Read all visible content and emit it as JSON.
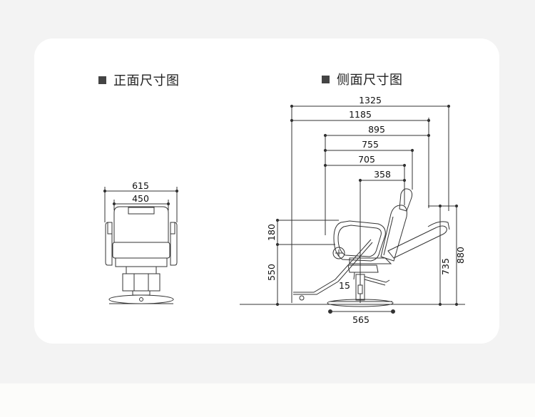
{
  "front_view": {
    "title": "正面尺寸图",
    "dims": {
      "overall_width": "615",
      "seat_width": "450"
    }
  },
  "side_view": {
    "title": "侧面尺寸图",
    "dims": {
      "d1325": "1325",
      "d1185": "1185",
      "d895": "895",
      "d755": "755",
      "d705": "705",
      "d358": "358",
      "d180": "180",
      "d550": "550",
      "d735": "735",
      "d880": "880",
      "d15": "15",
      "d565": "565"
    }
  }
}
